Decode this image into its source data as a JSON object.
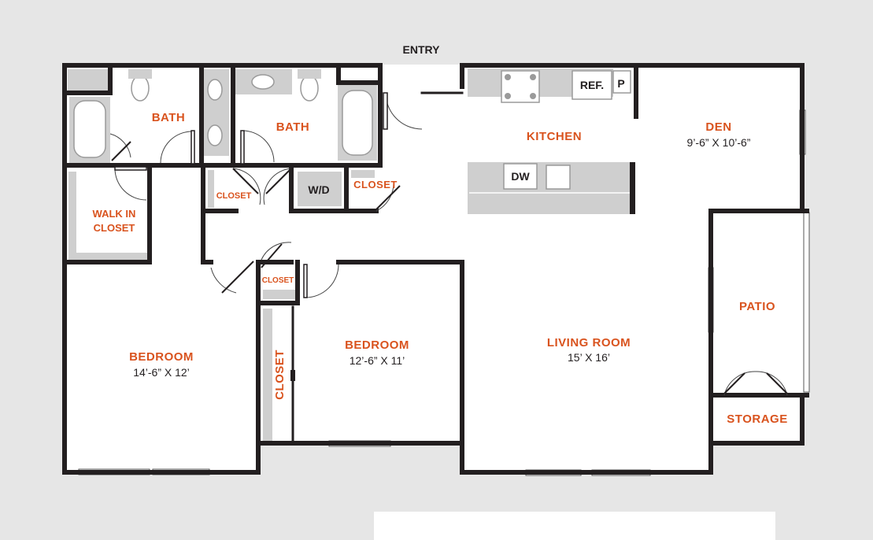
{
  "colors": {
    "background": "#e6e6e6",
    "floor": "#ffffff",
    "wall": "#231f20",
    "room_label": "#d9531e",
    "fixture": "#cfcfcf"
  },
  "entry_label": "ENTRY",
  "rooms": {
    "bath_1": {
      "name": "BATH"
    },
    "bath_2": {
      "name": "BATH"
    },
    "walk_in_closet": {
      "line1": "WALK IN",
      "line2": "CLOSET"
    },
    "closet_hall": {
      "name": "CLOSET"
    },
    "closet_entry": {
      "name": "CLOSET"
    },
    "closet_small": {
      "name": "CLOSET"
    },
    "closet_bedroom": {
      "name": "CLOSET"
    },
    "kitchen": {
      "name": "KITCHEN"
    },
    "den": {
      "name": "DEN",
      "dimensions": "9’-6” X 10’-6”"
    },
    "bedroom_main": {
      "name": "BEDROOM",
      "dimensions": "14’-6” X 12’"
    },
    "bedroom_second": {
      "name": "BEDROOM",
      "dimensions": "12’-6” X 11’"
    },
    "living_room": {
      "name": "LIVING ROOM",
      "dimensions": "15’ X 16’"
    },
    "patio": {
      "name": "PATIO"
    },
    "storage": {
      "name": "STORAGE"
    }
  },
  "appliances": {
    "washer_dryer": "W/D",
    "refrigerator": "REF.",
    "pantry": "P",
    "dishwasher": "DW"
  }
}
